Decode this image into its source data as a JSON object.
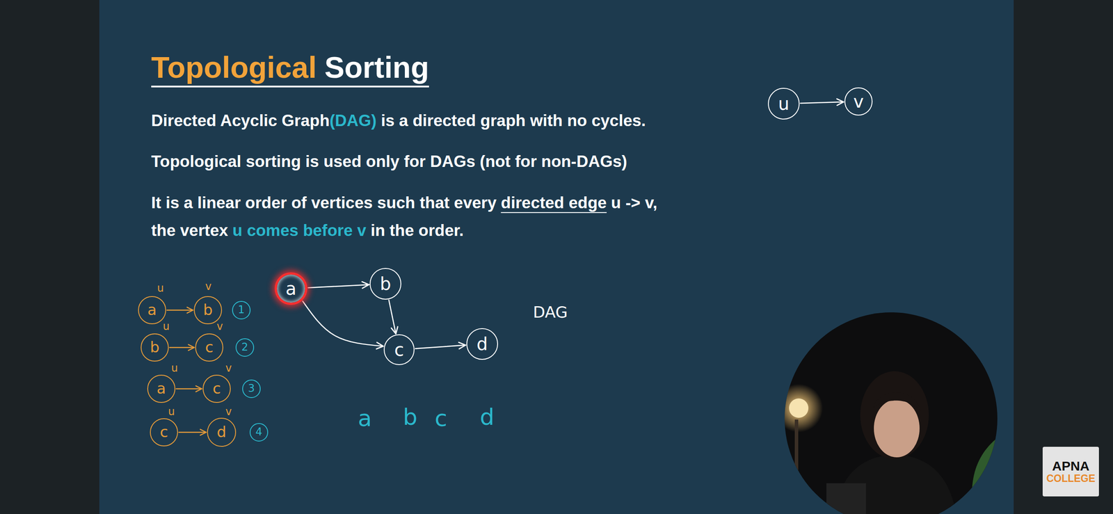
{
  "diagram": {
    "title": "Topological Sorting",
    "nodes": [
      {
        "text": [
          "u"
        ]
      },
      {
        "text": [
          "v"
        ]
      },
      {
        "text": [
          "a"
        ]
      },
      {
        "text": [
          "b"
        ]
      },
      {
        "text": [
          "c"
        ]
      },
      {
        "text": [
          "d"
        ]
      },
      {
        "text": [
          "a"
        ]
      },
      {
        "text": [
          "b"
        ]
      },
      {
        "text": [
          "1"
        ]
      },
      {
        "text": [
          "b"
        ]
      },
      {
        "text": [
          "c"
        ]
      },
      {
        "text": [
          "2"
        ]
      },
      {
        "text": [
          "a"
        ]
      },
      {
        "text": [
          "c"
        ]
      },
      {
        "text": [
          "3"
        ]
      },
      {
        "text": [
          "c"
        ]
      },
      {
        "text": [
          "d"
        ]
      },
      {
        "text": [
          "4"
        ]
      },
      {
        "text": [
          "APNA",
          "COLLEGE"
        ]
      }
    ],
    "edges": [
      {
        "from": 0,
        "to": 1,
        "arrow": "to"
      },
      {
        "from": 2,
        "to": 3,
        "arrow": "to"
      },
      {
        "from": 3,
        "to": 4,
        "arrow": "to"
      },
      {
        "from": 2,
        "to": 4,
        "arrow": "to"
      },
      {
        "from": 4,
        "to": 5,
        "arrow": "to"
      },
      {
        "from": 6,
        "to": 7,
        "arrow": "to"
      },
      {
        "from": 9,
        "to": 10,
        "arrow": "to"
      },
      {
        "from": 12,
        "to": 13,
        "arrow": "to"
      },
      {
        "from": 15,
        "to": 16,
        "arrow": "to"
      }
    ],
    "labels": [
      "Directed Acyclic Graph",
      "(DAG)",
      "is a directed graph with no cycles.",
      "Topological sorting is used only for DAGs (not for non-DAGs)",
      "It is a linear order of vertices such that every",
      "directed edge",
      "u -> v,",
      "the vertex",
      "u comes before v",
      "in the order.",
      "DAG",
      "u",
      "v",
      "u",
      "v",
      "u",
      "v",
      "u",
      "v",
      "a",
      "b",
      "c",
      "d"
    ]
  }
}
